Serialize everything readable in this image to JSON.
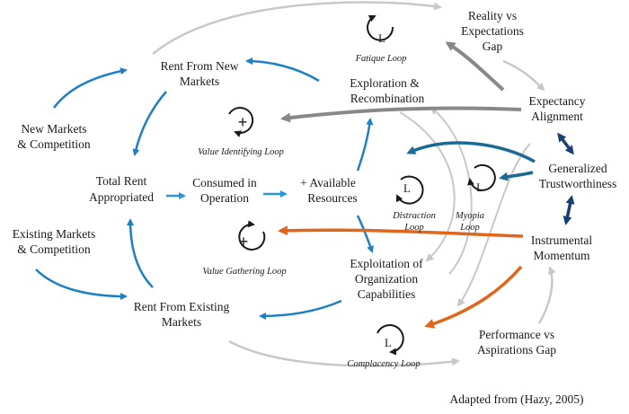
{
  "nodes": {
    "new_markets": [
      "New Markets",
      "& Competition"
    ],
    "rent_new": [
      "Rent From New",
      "Markets"
    ],
    "total_rent": [
      "Total Rent",
      "Appropriated"
    ],
    "existing_markets": [
      "Existing Markets",
      "& Competition"
    ],
    "rent_existing": [
      "Rent From Existing",
      "Markets"
    ],
    "consumed": [
      "Consumed in",
      "Operation"
    ],
    "available": [
      "+ Available",
      "Resources"
    ],
    "exploration": [
      "Exploration &",
      "Recombination"
    ],
    "exploitation": [
      "Exploitation of",
      "Organization",
      "Capabilities"
    ],
    "reality_gap": [
      "Reality vs",
      "Expectations",
      "Gap"
    ],
    "expectancy": [
      "Expectancy",
      "Alignment"
    ],
    "trust": [
      "Generalized",
      "Trustworthiness"
    ],
    "momentum": [
      "Instrumental",
      "Momentum"
    ],
    "performance_gap": [
      "Performance vs",
      "Aspirations Gap"
    ]
  },
  "loops": {
    "fatigue": {
      "label": "Fatique Loop",
      "symbol": "L"
    },
    "value_identifying": {
      "label": "Value Identifying Loop",
      "symbol": "+"
    },
    "distraction": {
      "label": "Distraction",
      "label2": "Loop",
      "symbol": "L"
    },
    "myopia": {
      "label": "Myopia",
      "label2": "Loop",
      "symbol": "L"
    },
    "value_gathering": {
      "label": "Value Gathering Loop",
      "symbol": "+"
    },
    "complacency": {
      "label": "Complacency Loop",
      "symbol": "L"
    }
  },
  "credit": "Adapted from (Hazy, 2005)",
  "colors": {
    "blue": "#1e7fc4",
    "light_blue": "#2a96d8",
    "dark_blue": "#1a3f73",
    "teal": "#1b6a96",
    "orange": "#e0661c",
    "gray": "#888888",
    "light_gray": "#c8c8c8",
    "text": "#1a1a1a"
  }
}
